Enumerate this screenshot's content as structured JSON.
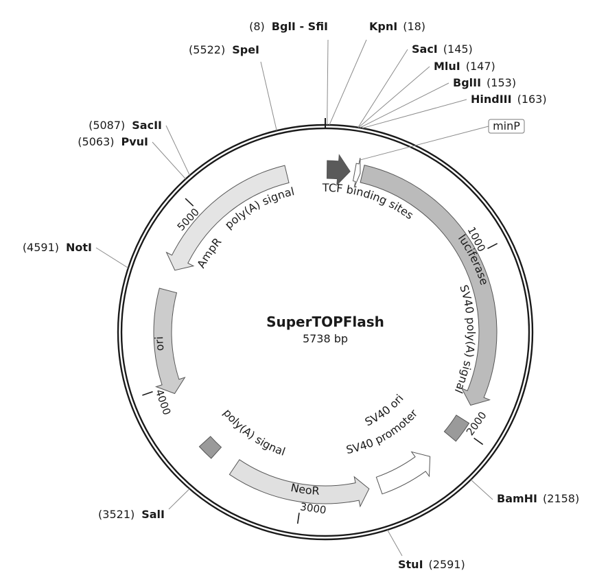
{
  "plasmid": {
    "name": "SuperTOPFlash",
    "size_label": "5738 bp",
    "length": 5738
  },
  "ticks": [
    {
      "pos": 1000,
      "label": "1000"
    },
    {
      "pos": 2000,
      "label": "2000"
    },
    {
      "pos": 3000,
      "label": "3000"
    },
    {
      "pos": 4000,
      "label": "4000"
    },
    {
      "pos": 5000,
      "label": "5000"
    }
  ],
  "features": [
    {
      "name": "poly(A) signal",
      "start": 5285,
      "end": 5420,
      "type": "box",
      "color": "#9a9a9a"
    },
    {
      "name": "TCF binding sites",
      "start": 10,
      "end": 140,
      "type": "arrow",
      "dir": 1,
      "color": "#5a5a5a"
    },
    {
      "name": "minP",
      "start": 166,
      "end": 198,
      "type": "arrow",
      "dir": 1,
      "color": "#ffffff"
    },
    {
      "name": "luciferase",
      "start": 210,
      "end": 1860,
      "type": "arrow",
      "dir": 1,
      "color": "#bbbbbb"
    },
    {
      "name": "SV40 poly(A) signal",
      "start": 1950,
      "end": 2070,
      "type": "box",
      "color": "#9a9a9a"
    },
    {
      "name": "SV40 ori",
      "start": 2310,
      "end": 2440,
      "type": "box",
      "color": "#d8d8d8"
    },
    {
      "name": "SV40 promoter",
      "start": 2230,
      "end": 2560,
      "type": "arrow",
      "dir": -1,
      "color": "#ffffff"
    },
    {
      "name": "NeoR",
      "start": 2620,
      "end": 3410,
      "type": "arrow",
      "dir": -1,
      "color": "#e0e0e0"
    },
    {
      "name": "poly(A) signal",
      "start": 3540,
      "end": 3630,
      "type": "box",
      "color": "#9a9a9a"
    },
    {
      "name": "ori",
      "start": 3950,
      "end": 4540,
      "type": "arrow",
      "dir": -1,
      "color": "#cccccc"
    },
    {
      "name": "AmpR",
      "start": 4660,
      "end": 5520,
      "type": "arrow",
      "dir": -1,
      "color": "#e4e4e4"
    }
  ],
  "sites": [
    {
      "name": "BglI - SfiI",
      "pos_label": "(8)",
      "pos": 8
    },
    {
      "name": "KpnI",
      "pos_label": "(18)",
      "pos": 18
    },
    {
      "name": "SacI",
      "pos_label": "(145)",
      "pos": 145
    },
    {
      "name": "MluI",
      "pos_label": "(147)",
      "pos": 147
    },
    {
      "name": "BglII",
      "pos_label": "(153)",
      "pos": 153
    },
    {
      "name": "HindIII",
      "pos_label": "(163)",
      "pos": 163
    },
    {
      "name": "BamHI",
      "pos_label": "(2158)",
      "pos": 2158
    },
    {
      "name": "StuI",
      "pos_label": "(2591)",
      "pos": 2591
    },
    {
      "name": "SalI",
      "pos_label": "(3521)",
      "pos": 3521
    },
    {
      "name": "NotI",
      "pos_label": "(4591)",
      "pos": 4591
    },
    {
      "name": "PvuI",
      "pos_label": "(5063)",
      "pos": 5063
    },
    {
      "name": "SacII",
      "pos_label": "(5087)",
      "pos": 5087
    },
    {
      "name": "SpeI",
      "pos_label": "(5522)",
      "pos": 5522
    }
  ]
}
